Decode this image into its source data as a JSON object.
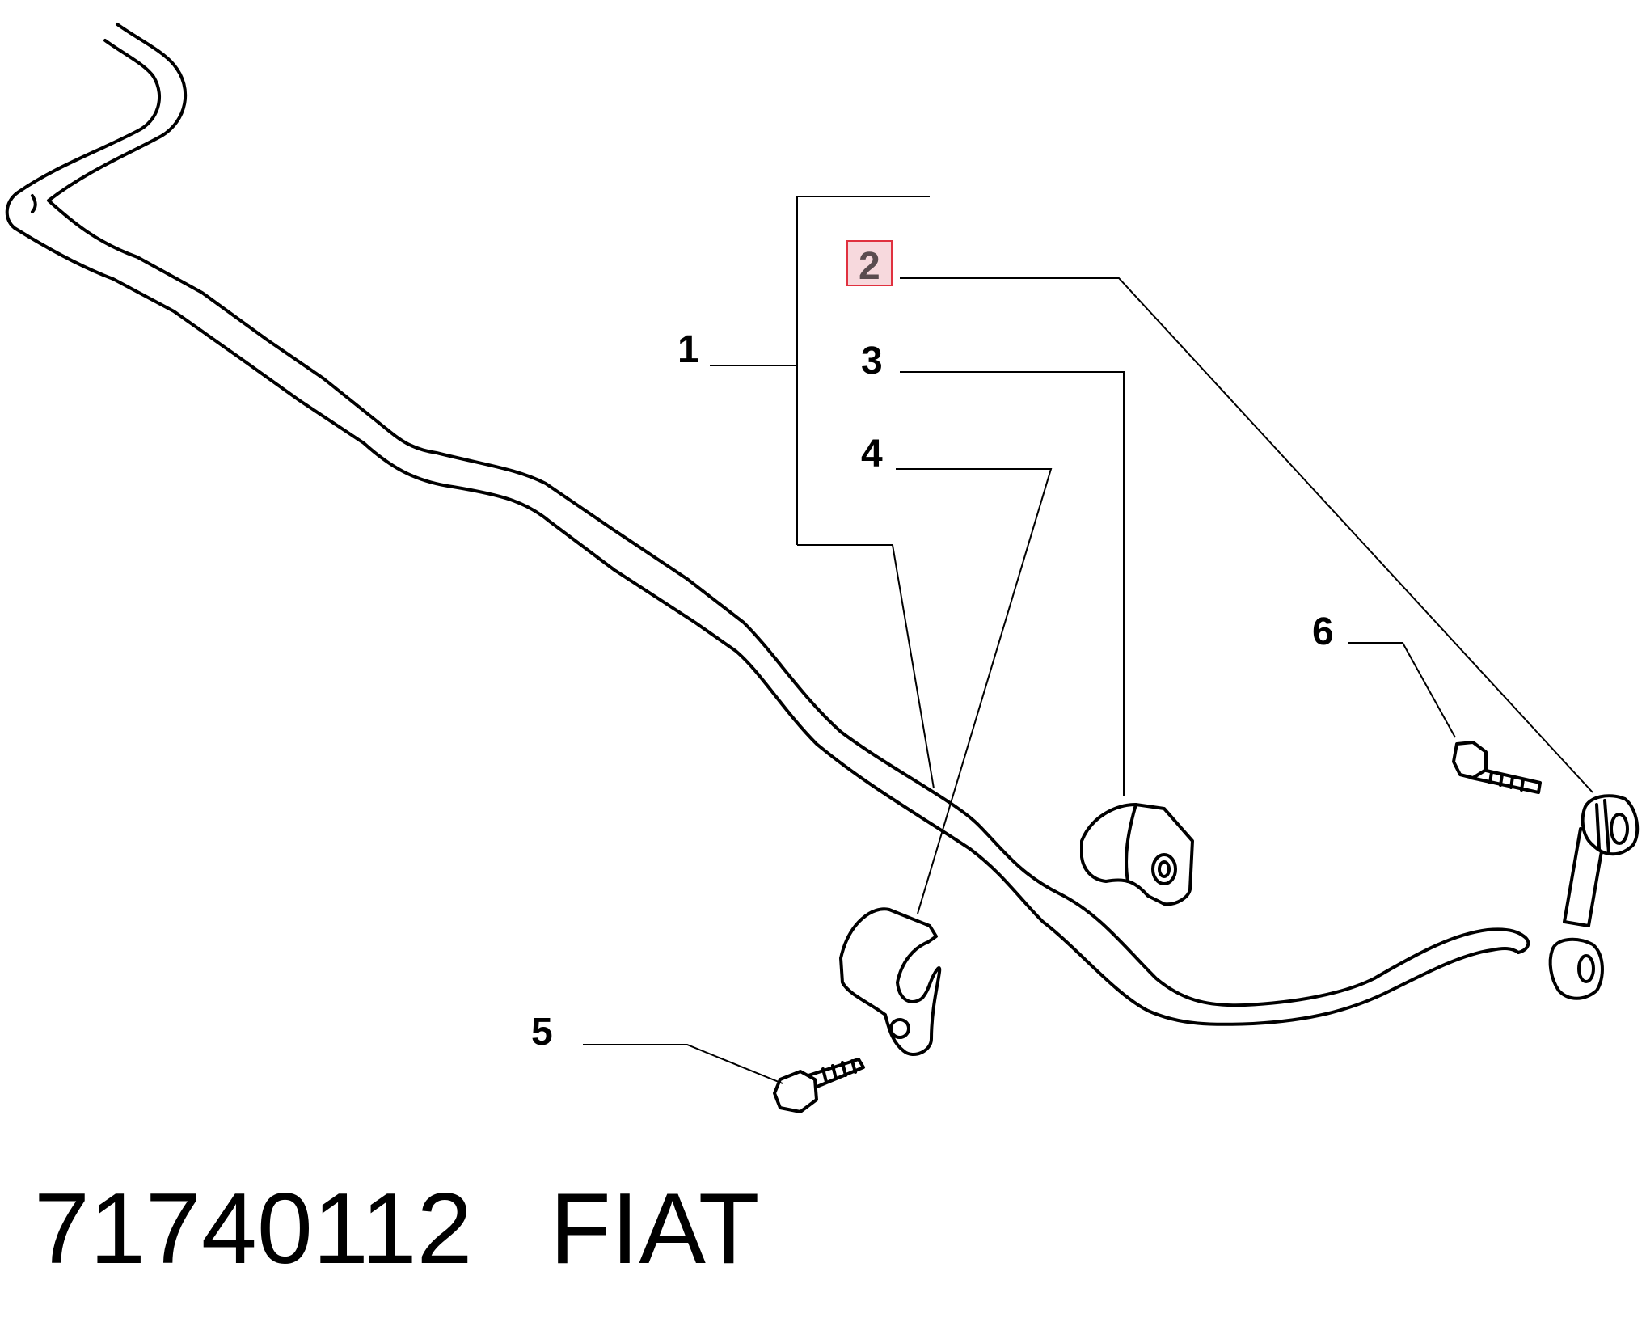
{
  "callouts": {
    "c1": "1",
    "c2": "2",
    "c3": "3",
    "c4": "4",
    "c5": "5",
    "c6": "6"
  },
  "part_number": "71740112",
  "brand": "FIAT",
  "colors": {
    "highlight_fill": "#f7d9dd",
    "highlight_border": "#e0313f",
    "line": "#000000"
  }
}
